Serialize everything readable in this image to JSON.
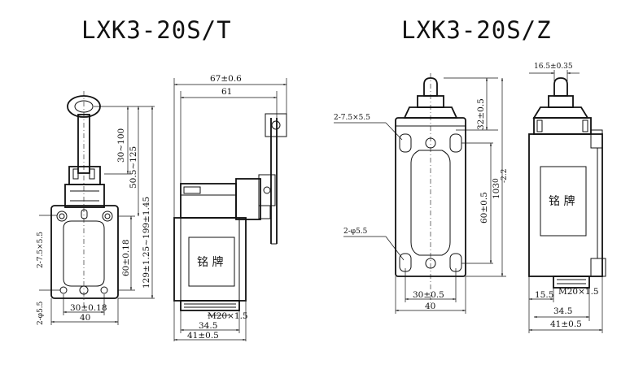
{
  "left_model": {
    "title": "LXK3-20S/T",
    "plate": "铭 牌",
    "dims": {
      "slot": "2-7.5×5.5",
      "hole": "2-φ5.5",
      "d30_100": "30~100",
      "d50_125": "50.5~125",
      "d129": "129±1.25~199±1.45",
      "d60": "60±0.18",
      "d30": "30±0.18",
      "d40": "40",
      "d67": "67±0.6",
      "d61": "61",
      "m20": "M20×1.5",
      "d34": "34.5",
      "d41": "41±0.5"
    }
  },
  "right_model": {
    "title": "LXK3-20S/Z",
    "plate": "铭 牌",
    "dims": {
      "slot": "2-7.5×5.5",
      "hole": "2-φ5.5",
      "d32": "32±0.5",
      "d103": "103",
      "d103_upper": "0",
      "d103_lower": "-2.2",
      "d60": "60±0.5",
      "d30": "30±0.5",
      "d40": "40",
      "d16": "16.5±0.35",
      "d15": "15.5",
      "m20": "M20×1.5",
      "d34": "34.5",
      "d41": "41±0.5"
    }
  }
}
